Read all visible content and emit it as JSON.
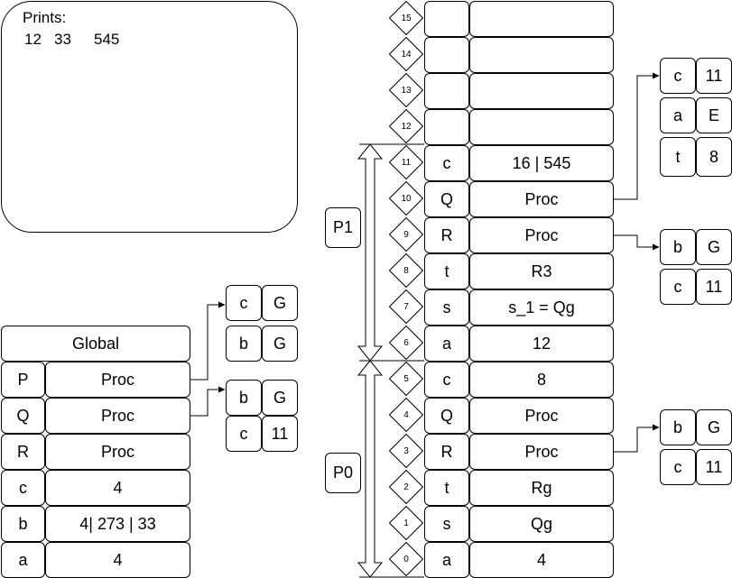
{
  "console": {
    "title": "Prints:",
    "values": [
      "12",
      "33",
      "545"
    ]
  },
  "global": {
    "header": "Global",
    "rows": [
      {
        "name": "P",
        "value": "Proc"
      },
      {
        "name": "Q",
        "value": "Proc"
      },
      {
        "name": "R",
        "value": "Proc"
      },
      {
        "name": "c",
        "value": "4"
      },
      {
        "name": "b",
        "value": "4| 273 | 33"
      },
      {
        "name": "a",
        "value": "4"
      }
    ]
  },
  "global_closures": {
    "P": [
      {
        "name": "c",
        "value": "G"
      },
      {
        "name": "b",
        "value": "G"
      }
    ],
    "Q": [
      {
        "name": "b",
        "value": "G"
      },
      {
        "name": "c",
        "value": "11"
      }
    ]
  },
  "stack": {
    "cells": [
      {
        "index": "15",
        "name": "",
        "value": ""
      },
      {
        "index": "14",
        "name": "",
        "value": ""
      },
      {
        "index": "13",
        "name": "",
        "value": ""
      },
      {
        "index": "12",
        "name": "",
        "value": ""
      },
      {
        "index": "11",
        "name": "c",
        "value": "16 | 545"
      },
      {
        "index": "10",
        "name": "Q",
        "value": "Proc"
      },
      {
        "index": "9",
        "name": "R",
        "value": "Proc"
      },
      {
        "index": "8",
        "name": "t",
        "value": "R3"
      },
      {
        "index": "7",
        "name": "s",
        "value": "s_1 = Qg"
      },
      {
        "index": "6",
        "name": "a",
        "value": "12"
      },
      {
        "index": "5",
        "name": "c",
        "value": "8"
      },
      {
        "index": "4",
        "name": "Q",
        "value": "Proc"
      },
      {
        "index": "3",
        "name": "R",
        "value": "Proc"
      },
      {
        "index": "2",
        "name": "t",
        "value": "Rg"
      },
      {
        "index": "1",
        "name": "s",
        "value": "Qg"
      },
      {
        "index": "0",
        "name": "a",
        "value": "4"
      }
    ],
    "frames": [
      {
        "label": "P1"
      },
      {
        "label": "P0"
      }
    ]
  },
  "stack_closures": {
    "Q10": [
      {
        "name": "c",
        "value": "11"
      },
      {
        "name": "a",
        "value": "E"
      },
      {
        "name": "t",
        "value": "8"
      }
    ],
    "R9": [
      {
        "name": "b",
        "value": "G"
      },
      {
        "name": "c",
        "value": "11"
      }
    ],
    "R3": [
      {
        "name": "b",
        "value": "G"
      },
      {
        "name": "c",
        "value": "11"
      }
    ]
  }
}
